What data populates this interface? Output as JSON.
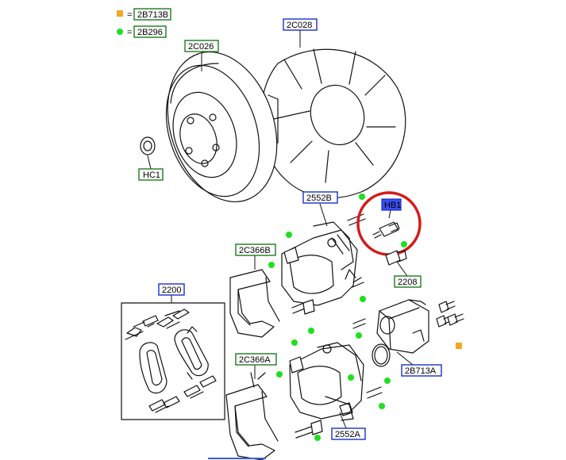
{
  "legend": {
    "square_code": "2B713B",
    "dot_code": "2B296",
    "square_color": "#f5a623",
    "dot_color": "#1ee01e"
  },
  "labels": {
    "disc_shield": "2C028",
    "disc": "2C026",
    "seal": "HC1",
    "caliper_upper": "2552B",
    "bolt_highlight": "HB1",
    "bracket_upper": "2C366B",
    "bleeder": "2208",
    "pads": "2200",
    "bracket_lower": "2C366A",
    "motor": "2B713A",
    "caliper_lower": "2552A"
  },
  "highlight_color": "#d61a1a"
}
